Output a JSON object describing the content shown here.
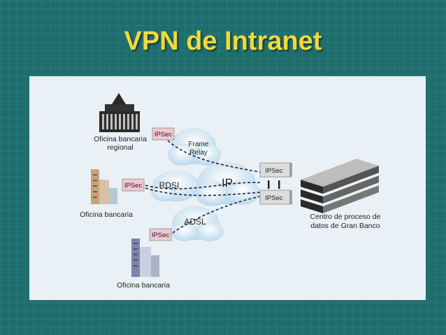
{
  "slide": {
    "title": "VPN de Intranet"
  },
  "diagram": {
    "nodes": {
      "regional_office": "Oficina bancaria regional",
      "regional_office_l1": "Oficina bancaria",
      "regional_office_l2": "regional",
      "office_mid": "Oficina bancaria",
      "office_bottom": "Oficina bancaria",
      "datacenter_l1": "Centro de proceso de",
      "datacenter_l2": "datos de Gran Banco"
    },
    "networks": {
      "frame_relay_l1": "Frame",
      "frame_relay_l2": "Relay",
      "rdsi": "RDSI",
      "ip": "IP",
      "adsl": "ADSL"
    },
    "tags": {
      "ipsec_regional": "IPSec",
      "ipsec_mid": "IPSec",
      "ipsec_bottom": "IPSec",
      "ipsec_gw_top": "IPSec",
      "ipsec_gw_bottom": "IPSec"
    }
  }
}
